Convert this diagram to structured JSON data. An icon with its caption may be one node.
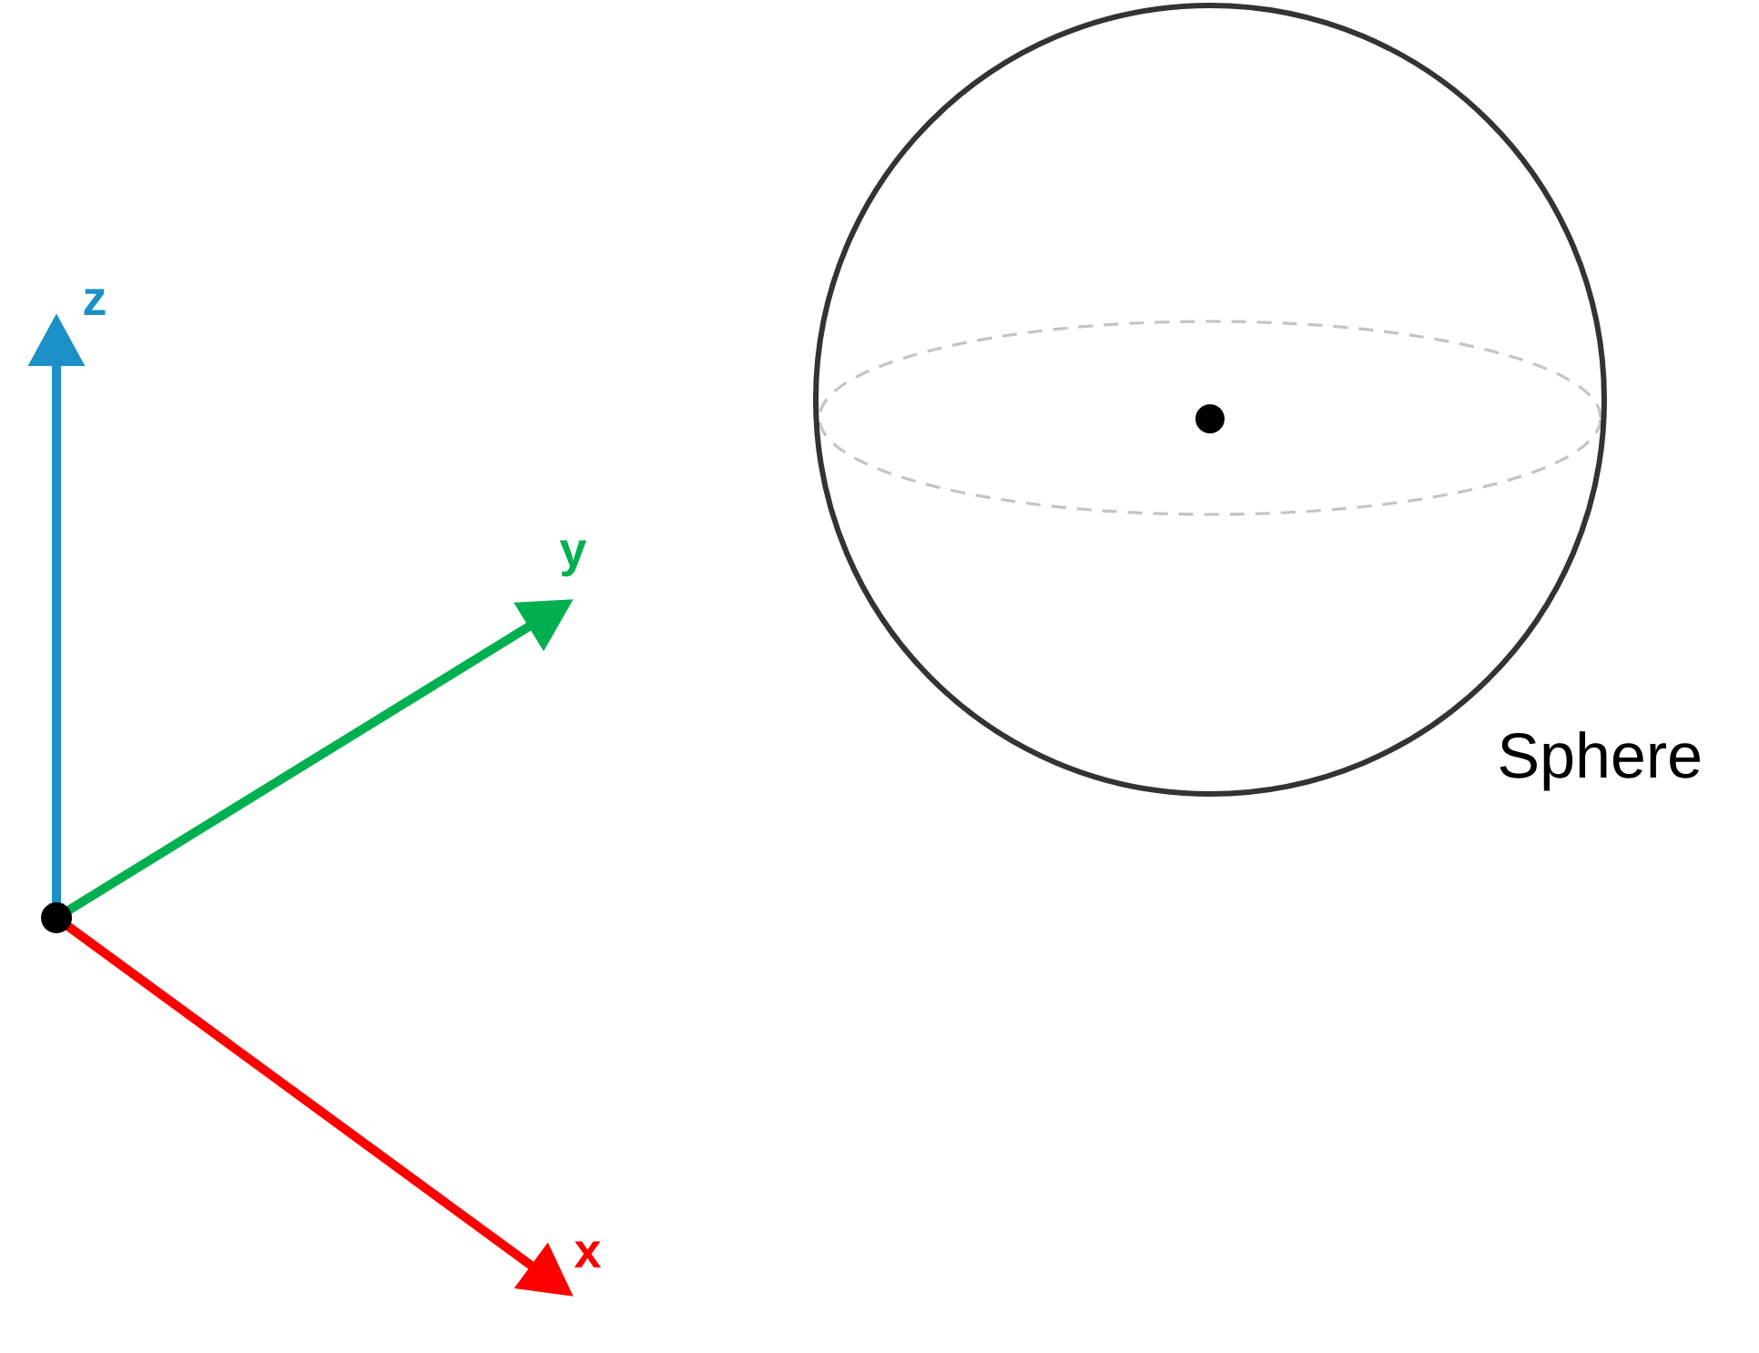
{
  "diagram": {
    "nodes": [
      {
        "text": [],
        "shape": "circle",
        "beside": [
          "Sphere"
        ]
      }
    ],
    "labels": [
      "z",
      "y",
      "x"
    ]
  }
}
